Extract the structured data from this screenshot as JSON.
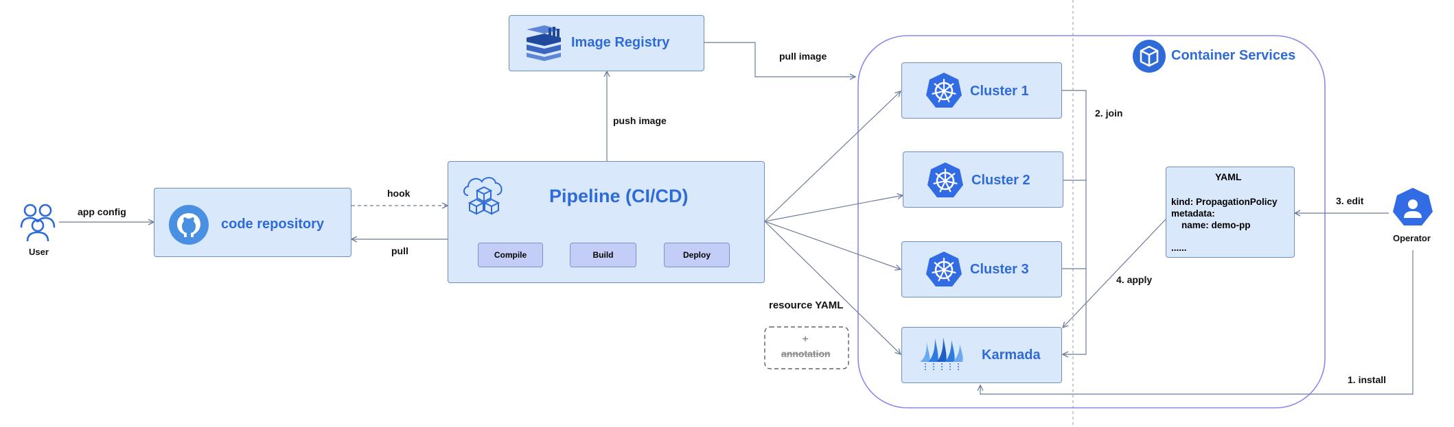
{
  "nodes": {
    "user": "User",
    "operator": "Operator",
    "code_repo": "code repository",
    "image_registry": "Image Registry",
    "pipeline": "Pipeline (CI/CD)",
    "container_services": "Container Services",
    "cluster1": "Cluster 1",
    "cluster2": "Cluster 2",
    "cluster3": "Cluster 3",
    "karmada": "Karmada"
  },
  "pipeline_stages": [
    "Compile",
    "Build",
    "Deploy"
  ],
  "yaml": {
    "title": "YAML",
    "line1": "kind: PropagationPolicy",
    "line2": "metadata:",
    "line3": "    name: demo-pp",
    "line4": "......"
  },
  "edges": {
    "app_config": "app config",
    "hook": "hook",
    "pull": "pull",
    "push_image": "push image",
    "pull_image": "pull image",
    "join": "2. join",
    "apply": "4. apply",
    "edit": "3. edit",
    "install": "1. install",
    "resource_yaml": "resource YAML"
  },
  "annotation": {
    "plus": "+",
    "text": "annotation"
  },
  "colors": {
    "box_fill": "#dae8fc",
    "box_stroke": "#6c8ebf",
    "accent_blue": "#2e6bd8",
    "k8s_blue": "#326ce5",
    "container_stroke": "#8888ee",
    "edge": "#6b7b99"
  },
  "icons": {
    "user": "users-icon",
    "operator": "operator-badge-icon",
    "code_repo": "github-icon",
    "image_registry": "registry-stack-icon",
    "pipeline": "cloud-cubes-icon",
    "clusters": "kubernetes-wheel-icon",
    "karmada": "karmada-sails-icon",
    "container_services": "container-box-icon"
  }
}
